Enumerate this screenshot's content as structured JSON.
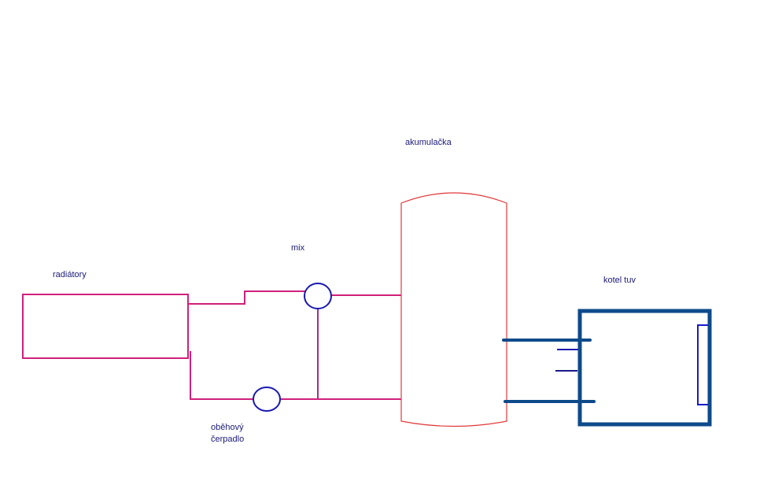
{
  "labels": {
    "accumulator": "akumulačka",
    "mix": "mix",
    "radiators": "radiátory",
    "boiler": "kotel tuv",
    "pump_line1": "oběhový",
    "pump_line2": "čerpadlo"
  },
  "colors": {
    "pipe": "#d0207a",
    "tank": "#e03a3a",
    "valve": "#1a1ab0",
    "boiler": "#0d4a8a",
    "text": "#1a1a7a"
  }
}
